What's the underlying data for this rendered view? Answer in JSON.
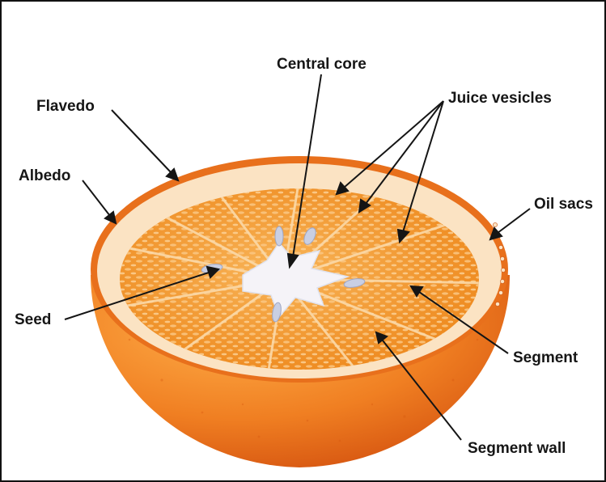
{
  "colors": {
    "peel": "#f07f22",
    "peel_dark": "#d9540f",
    "albedo": "#fbe3c3",
    "flesh": "#f39a2c",
    "vesicle": "#fbc783",
    "core": "#f5f3f8",
    "seed": "#c9cfe3",
    "leader": "#151515"
  },
  "labels": {
    "central_core": "Central core",
    "juice_vesicles": "Juice vesicles",
    "flavedo": "Flavedo",
    "albedo": "Albedo",
    "oil_sacs": "Oil sacs",
    "seed": "Seed",
    "segment": "Segment",
    "segment_wall": "Segment wall"
  }
}
